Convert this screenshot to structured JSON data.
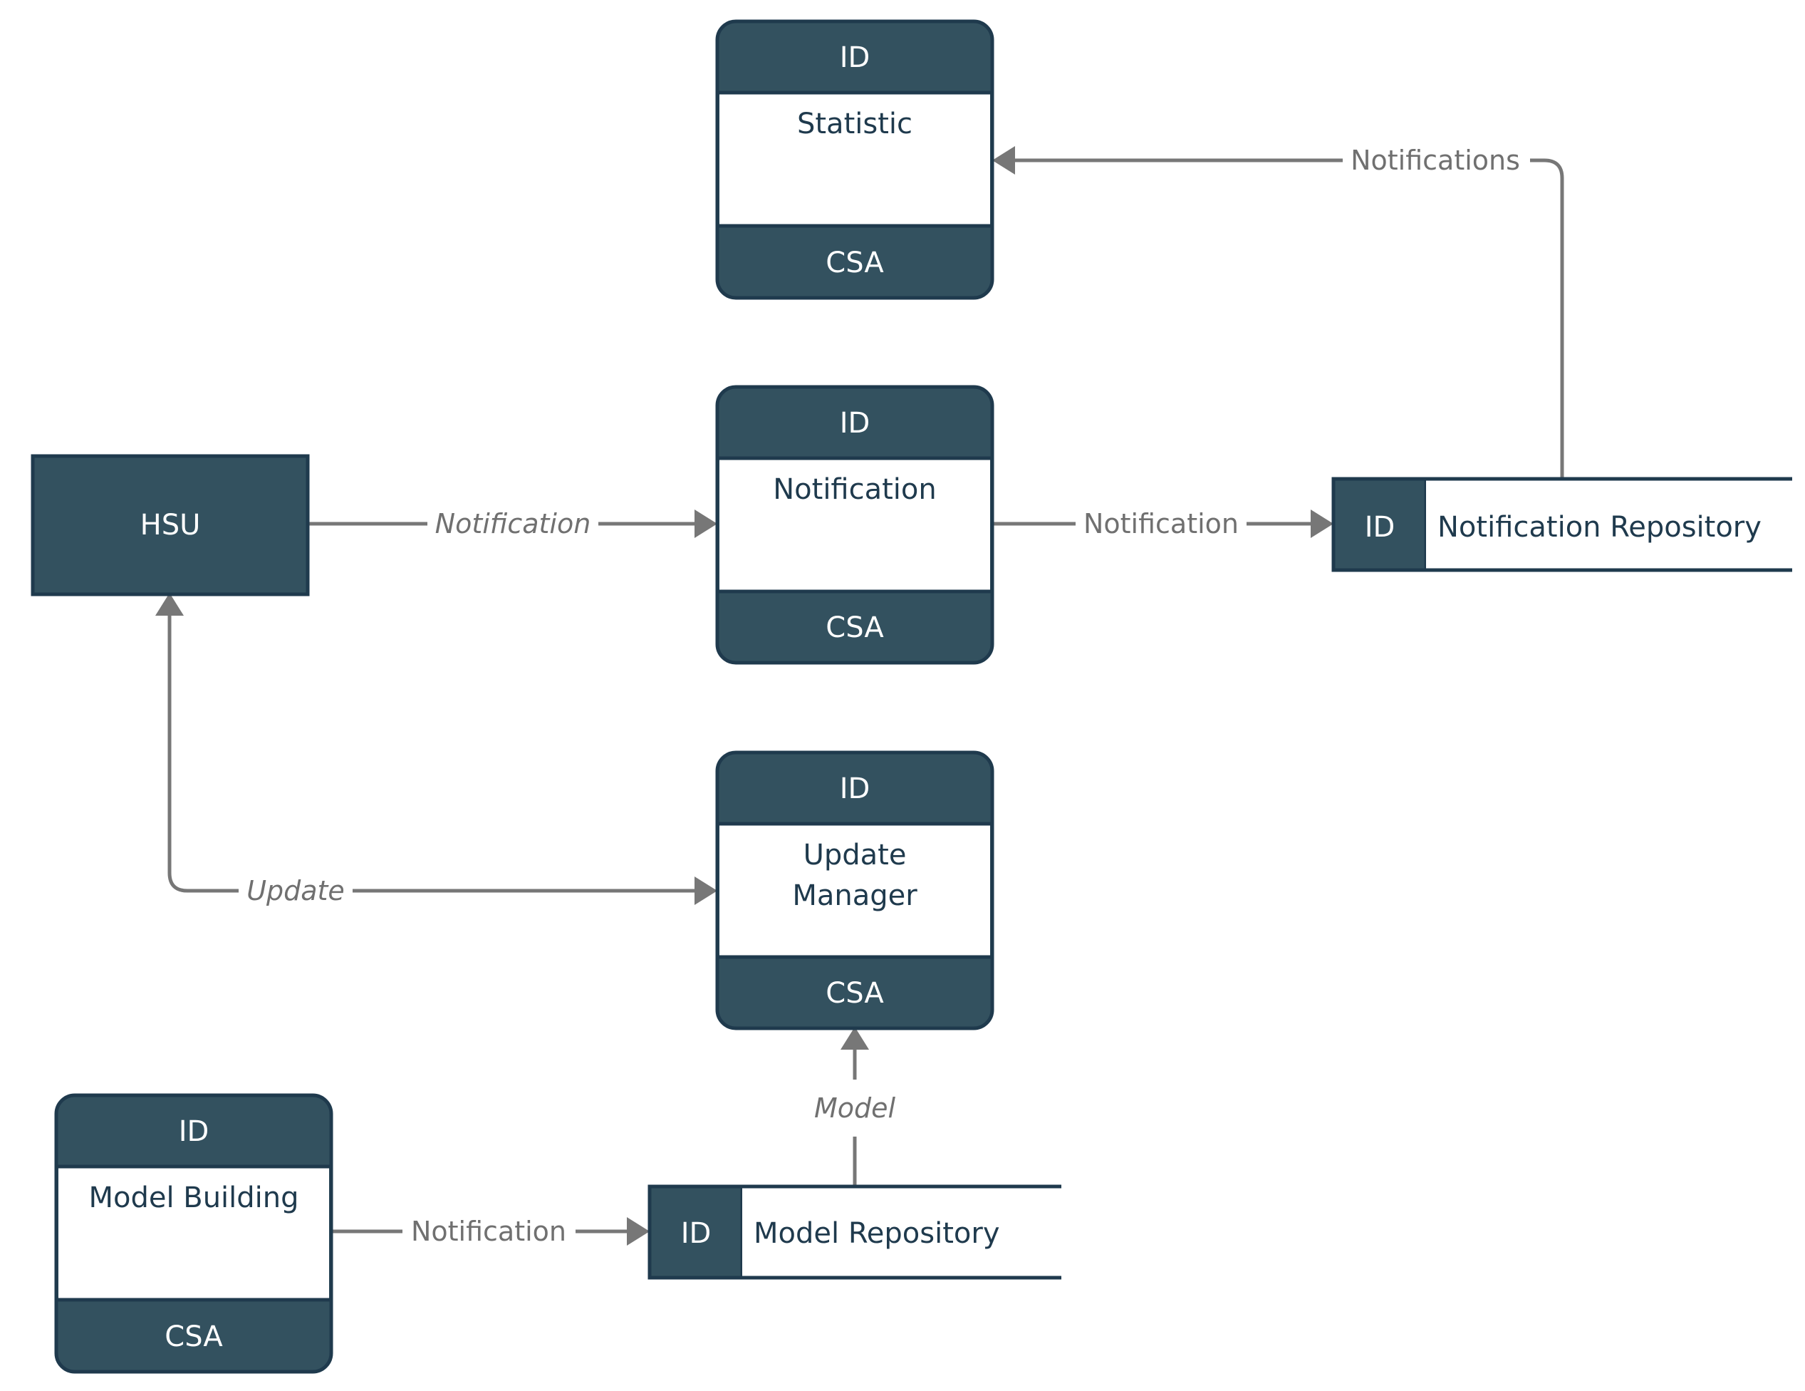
{
  "colors": {
    "node_dark": "#33515f",
    "node_border": "#1f3a4d",
    "edge": "#777777",
    "edge_label": "#707070",
    "background": "#ffffff"
  },
  "processes": {
    "statistic": {
      "id": "ID",
      "name": "Statistic",
      "location": "CSA"
    },
    "notification": {
      "id": "ID",
      "name": "Notification",
      "location": "CSA"
    },
    "update_manager": {
      "id": "ID",
      "name_line1": "Update",
      "name_line2": "Manager",
      "location": "CSA"
    },
    "model_building": {
      "id": "ID",
      "name": "Model Building",
      "location": "CSA"
    }
  },
  "entity": {
    "hsu": {
      "name": "HSU"
    }
  },
  "stores": {
    "notification_repository": {
      "id": "ID",
      "name": "Notification Repository"
    },
    "model_repository": {
      "id": "ID",
      "name": "Model Repository"
    }
  },
  "flows": {
    "hsu_to_notification": "Notification",
    "notification_to_repository": "Notification",
    "repository_to_statistic": "Notifications",
    "update_loop": "Update",
    "model_to_update": "Model",
    "building_to_model_repo": "Notification"
  }
}
